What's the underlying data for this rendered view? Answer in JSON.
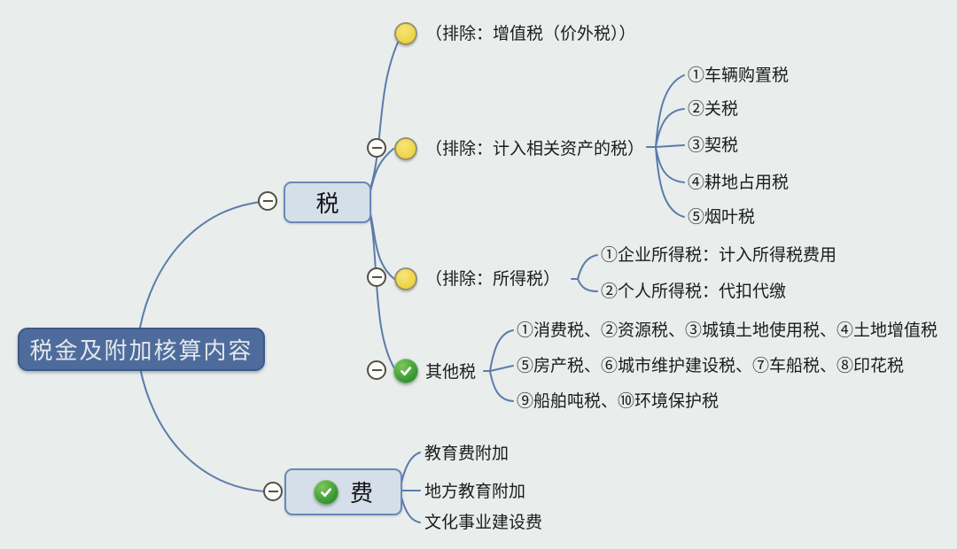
{
  "root": {
    "label": "税金及附加核算内容"
  },
  "tax": {
    "label": "税",
    "topics": [
      {
        "label": "（排除：增值税（价外税））",
        "marker": "yellow-circle"
      },
      {
        "label": "（排除：计入相关资产的税）",
        "marker": "yellow-circle",
        "children": [
          "①车辆购置税",
          "②关税",
          "③契税",
          "④耕地占用税",
          "⑤烟叶税"
        ]
      },
      {
        "label": "（排除：所得税）",
        "marker": "yellow-circle",
        "children": [
          "①企业所得税：计入所得税费用",
          "②个人所得税：代扣代缴"
        ]
      },
      {
        "label": "其他税",
        "marker": "green-check",
        "children": [
          "①消费税、②资源税、③城镇土地使用税、④土地增值税",
          "⑤房产税、⑥城市维护建设税、⑦车船税、⑧印花税",
          "⑨船舶吨税、⑩环境保护税"
        ]
      }
    ]
  },
  "fee": {
    "label": "费",
    "marker": "green-check",
    "children": [
      "教育费附加",
      "地方教育附加",
      "文化事业建设费"
    ]
  },
  "icons": {
    "yellow_marker": "yellow-circle-marker",
    "green_marker": "green-check-marker",
    "collapse_button": "collapse-minus"
  },
  "colors": {
    "background": "#e9edec",
    "connector": "#5b7cab",
    "root_fill": "#4e6c9b",
    "root_border": "#3c5a87",
    "topic_fill": "#d4dfe9",
    "topic_border": "#6b87b7",
    "yellow_marker": "#ecd43e",
    "green_marker": "#2e8f2c"
  }
}
